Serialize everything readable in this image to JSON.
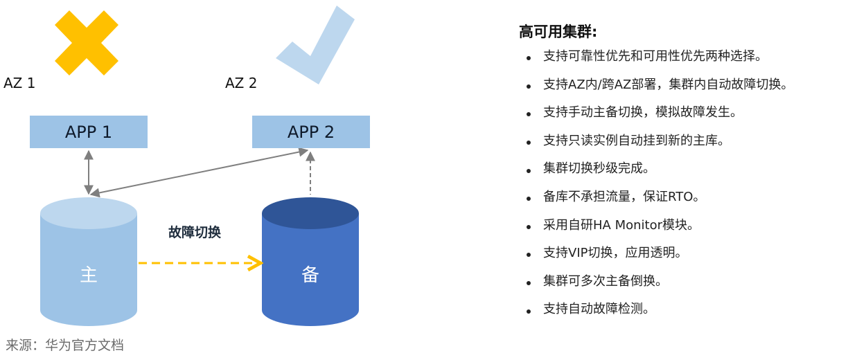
{
  "diagram": {
    "az1_label": "AZ 1",
    "az2_label": "AZ 2",
    "app1_label": "APP 1",
    "app2_label": "APP 2",
    "primary_label": "主",
    "standby_label": "备",
    "failover_label": "故障切换",
    "source_label": "来源：华为官方文档"
  },
  "panel": {
    "title": "高可用集群:",
    "items": [
      "支持可靠性优先和可用性优先两种选择。",
      "支持AZ内/跨AZ部署，集群内自动故障切换。",
      "支持手动主备切换，模拟故障发生。",
      "支持只读实例自动挂到新的主库。",
      "集群切换秒级完成。",
      "备库不承担流量，保证RTO。",
      "采用自研HA Monitor模块。",
      "支持VIP切换，应用透明。",
      "集群可多次主备倒换。",
      "支持自动故障检测。"
    ]
  },
  "colors": {
    "cross": "#ffc000",
    "check": "#bdd7ee",
    "app_box": "#9dc3e6",
    "primary_db": "#9dc3e6",
    "standby_db": "#4472c4",
    "failover_arrow": "#ffc000",
    "connector": "#7f7f7f"
  },
  "icons": {
    "az1_status": "cross-icon",
    "az2_status": "check-icon"
  }
}
